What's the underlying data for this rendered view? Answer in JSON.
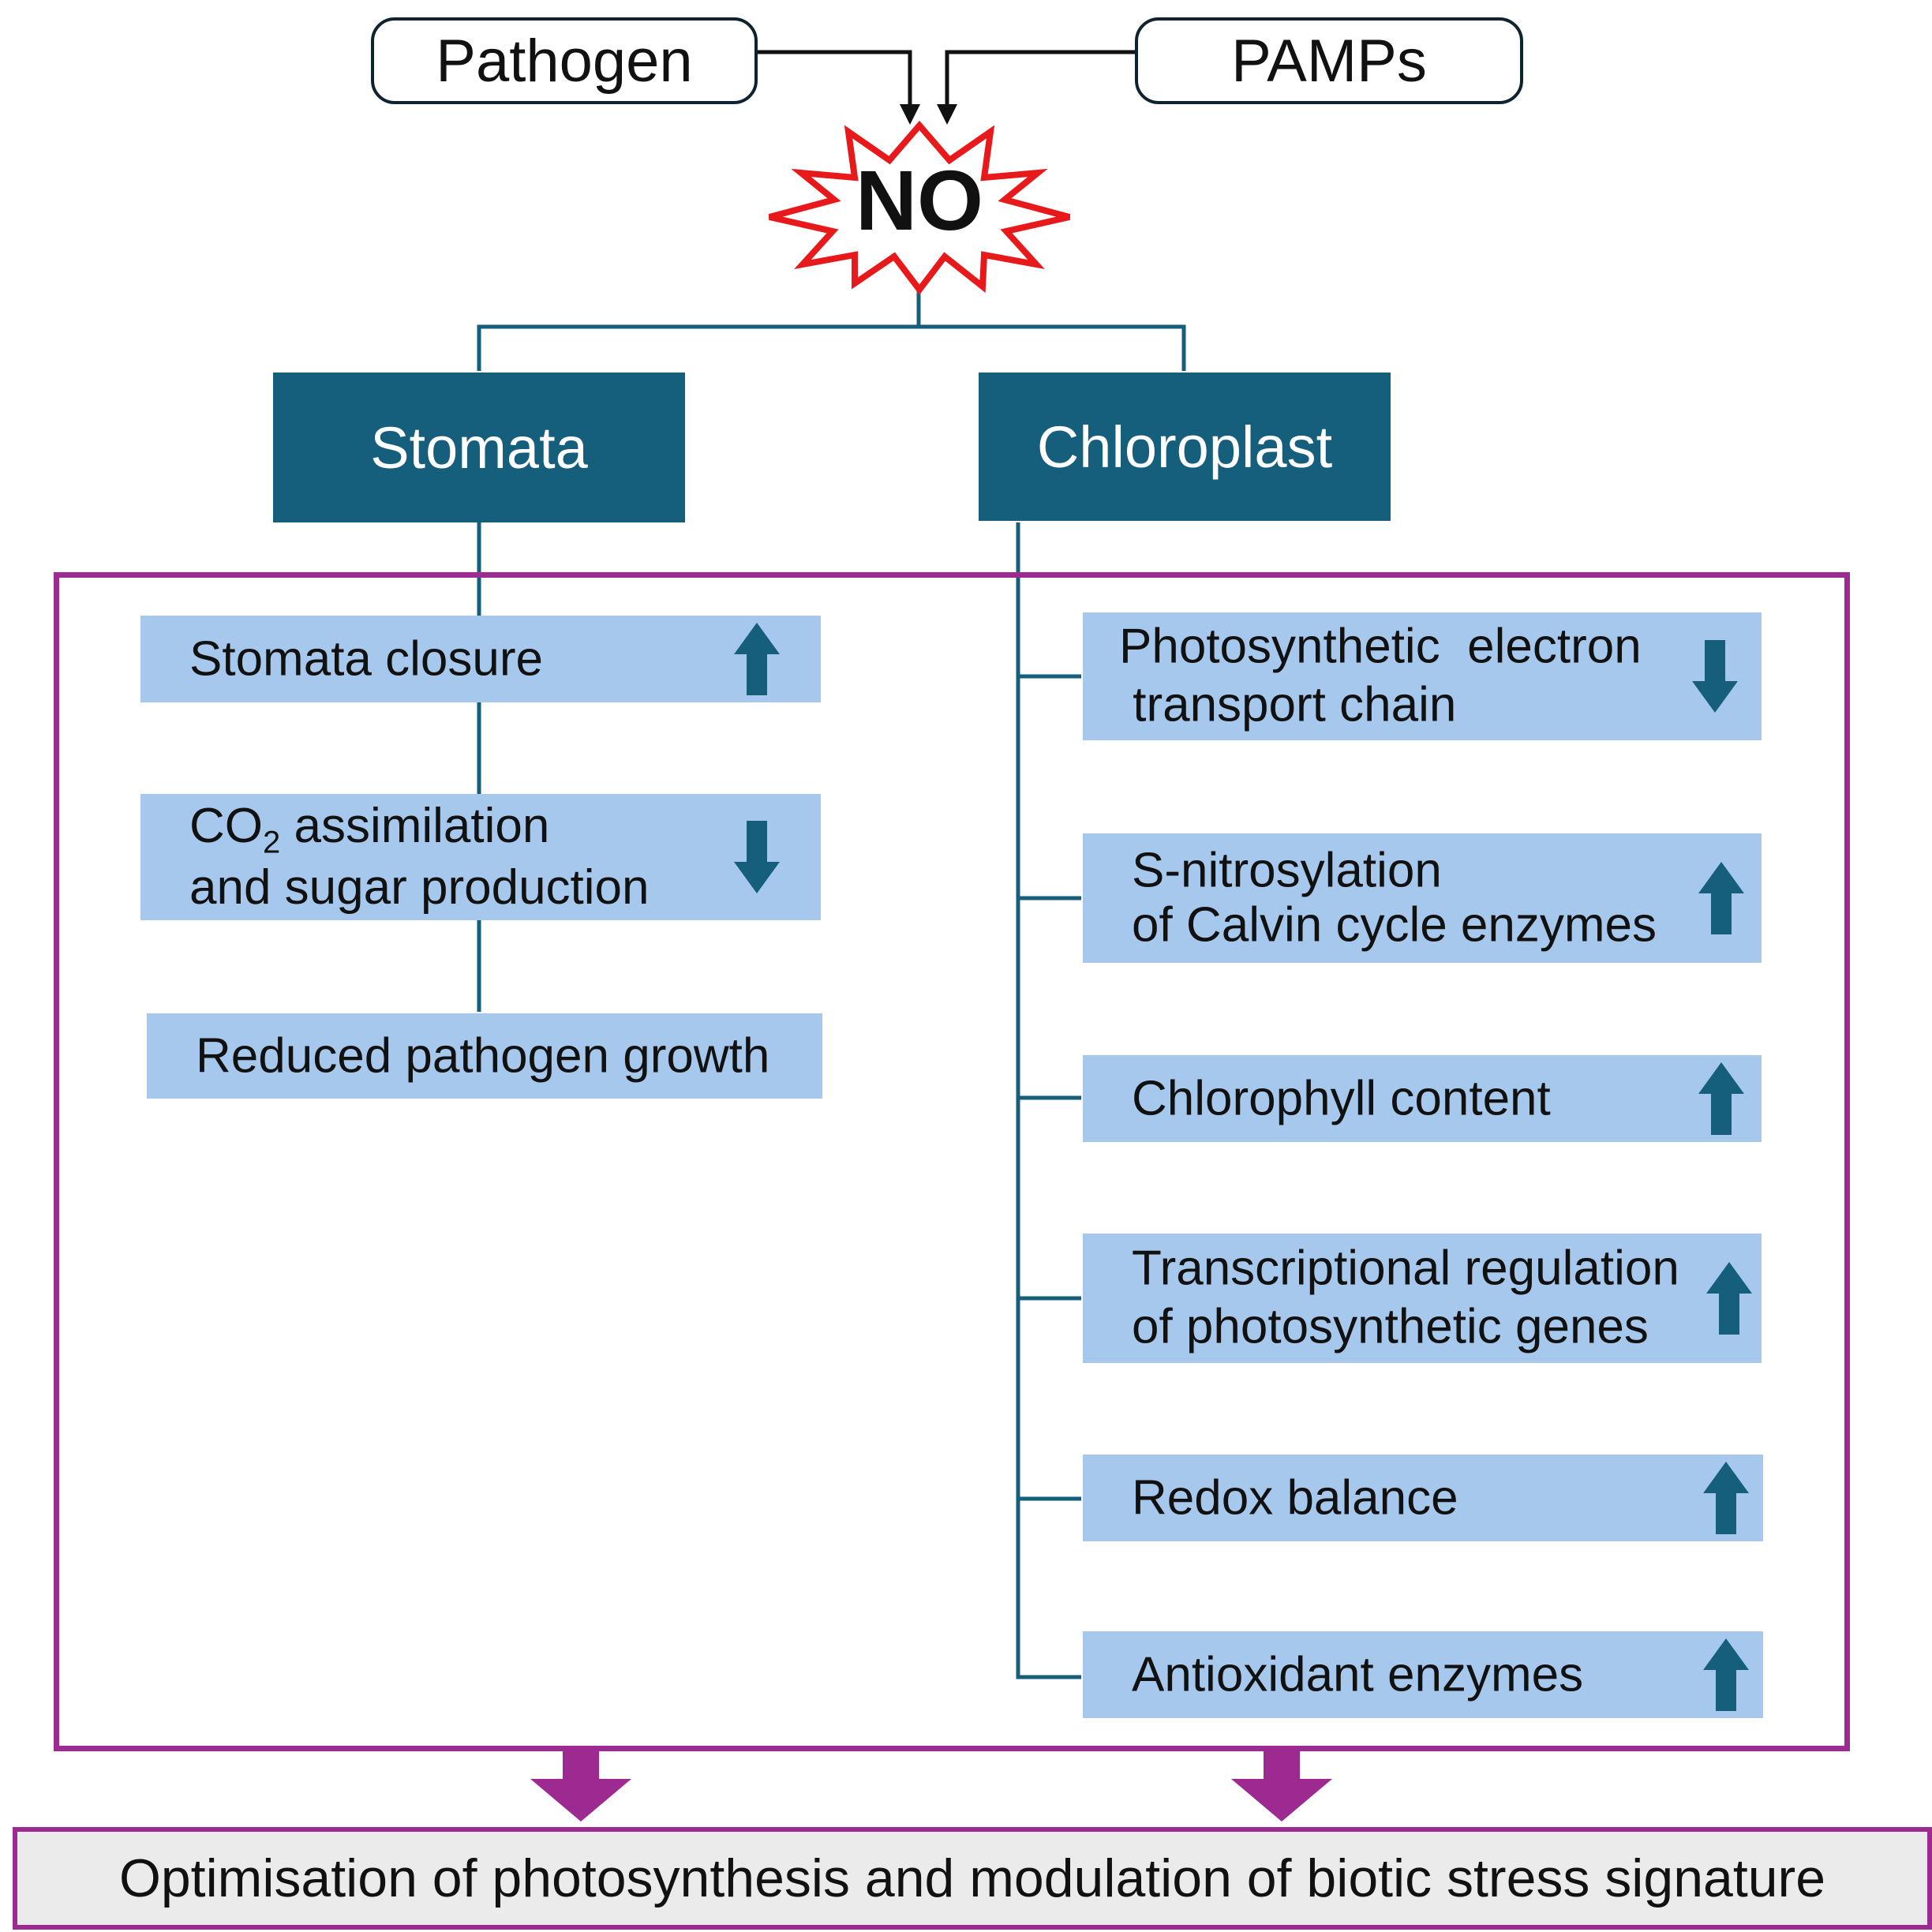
{
  "inputs": {
    "pathogen": "Pathogen",
    "pamps": "PAMPs"
  },
  "signal": "NO",
  "branches": {
    "stomata": "Stomata",
    "chloroplast": "Chloroplast"
  },
  "stomata_items": [
    {
      "line1": "Stomata closure",
      "arrow": "up"
    },
    {
      "prefix": "CO",
      "sub": "2",
      "rest": " assimilation",
      "line2": "and sugar production",
      "arrow": "down"
    },
    {
      "line1": "Reduced pathogen growth"
    }
  ],
  "chloroplast_items": [
    {
      "line1": "Photosynthetic  electron",
      "line2": " transport chain",
      "arrow": "down"
    },
    {
      "line1": "S-nitrosylation",
      "line2": "of Calvin cycle enzymes",
      "arrow": "up"
    },
    {
      "line1": "Chlorophyll content",
      "arrow": "up"
    },
    {
      "line1": "Transcriptional regulation",
      "line2": "of photosynthetic genes",
      "arrow": "up"
    },
    {
      "line1": "Redox balance",
      "arrow": "up"
    },
    {
      "line1": "Antioxidant enzymes",
      "arrow": "up"
    }
  ],
  "outcome": "Optimisation of photosynthesis and modulation of biotic stress signature",
  "colors": {
    "dark_box": "#155e7c",
    "item_fill": "#a6c8ec",
    "frame": "#9c2a91",
    "burst": "#e8191b",
    "arrow": "#155e7c"
  }
}
